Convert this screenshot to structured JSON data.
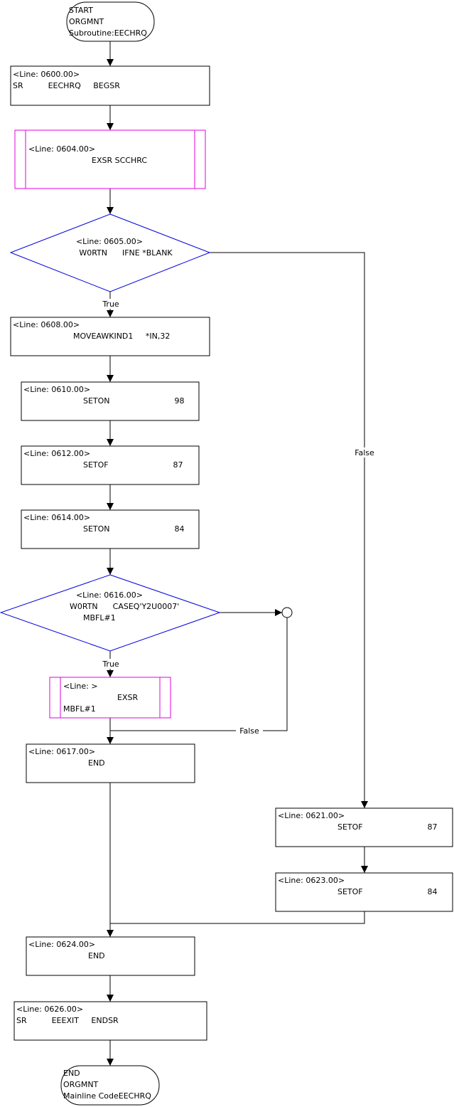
{
  "nodes": {
    "start": {
      "lines": [
        "START",
        "ORGMNT",
        "Subroutine:EECHRQ"
      ]
    },
    "n0600": {
      "lines": [
        "<Line: 0600.00>",
        "SR          EECHRQ     BEGSR"
      ]
    },
    "n0604": {
      "lines": [
        "<Line: 0604.00>",
        "EXSR SCCHRC"
      ]
    },
    "n0605": {
      "lines": [
        "<Line: 0605.00>",
        "W0RTN      IFNE *BLANK"
      ]
    },
    "n0608": {
      "lines": [
        "<Line: 0608.00>",
        "MOVEAWKIND1     *IN,32"
      ]
    },
    "n0610": {
      "lines": [
        "<Line: 0610.00>",
        "SETON                          98"
      ]
    },
    "n0612": {
      "lines": [
        "<Line: 0612.00>",
        "SETOF                          87"
      ]
    },
    "n0614": {
      "lines": [
        "<Line: 0614.00>",
        "SETON                          84"
      ]
    },
    "n0616": {
      "lines": [
        "<Line: 0616.00>",
        "W0RTN      CASEQ'Y2U0007'",
        "MBFL#1"
      ]
    },
    "nexsr": {
      "lines": [
        "<Line: >",
        "EXSR",
        "MBFL#1"
      ]
    },
    "n0617": {
      "lines": [
        "<Line: 0617.00>",
        "END"
      ]
    },
    "n0621": {
      "lines": [
        "<Line: 0621.00>",
        "SETOF                          87"
      ]
    },
    "n0623": {
      "lines": [
        "<Line: 0623.00>",
        "SETOF                          84"
      ]
    },
    "n0624": {
      "lines": [
        "<Line: 0624.00>",
        "END"
      ]
    },
    "n0626": {
      "lines": [
        "<Line: 0626.00>",
        "SR          EEEXIT     ENDSR"
      ]
    },
    "end": {
      "lines": [
        "END",
        "ORGMNT",
        "Mainline CodeEECHRQ"
      ]
    }
  },
  "edge_labels": {
    "true_1": "True",
    "false_1": "False",
    "true_2": "True",
    "false_2": "False"
  },
  "colors": {
    "box_stroke": "#000000",
    "subroutine_stroke": "#e000e0",
    "decision_stroke": "#0000dd"
  }
}
